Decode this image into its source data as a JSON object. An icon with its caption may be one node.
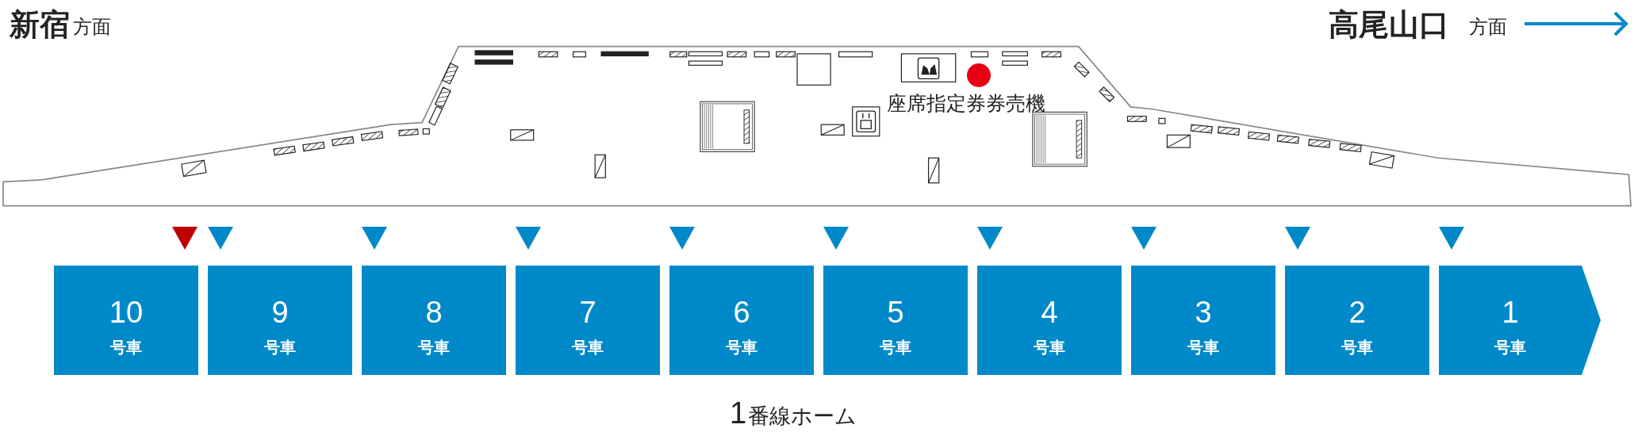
{
  "diagram": {
    "nodes": [
      {
        "text": [
          "10",
          "号車"
        ]
      },
      {
        "text": [
          "9",
          "号車"
        ]
      },
      {
        "text": [
          "8",
          "号車"
        ]
      },
      {
        "text": [
          "7",
          "号車"
        ]
      },
      {
        "text": [
          "6",
          "号車"
        ]
      },
      {
        "text": [
          "5",
          "号車"
        ]
      },
      {
        "text": [
          "4",
          "号車"
        ]
      },
      {
        "text": [
          "3",
          "号車"
        ]
      },
      {
        "text": [
          "2",
          "号車"
        ]
      },
      {
        "text": [
          "1",
          "号車"
        ]
      }
    ],
    "labels": [
      "新宿",
      "方面",
      "高尾山口",
      "方面",
      "座席指定券券売機",
      "1",
      "番線ホーム"
    ]
  }
}
